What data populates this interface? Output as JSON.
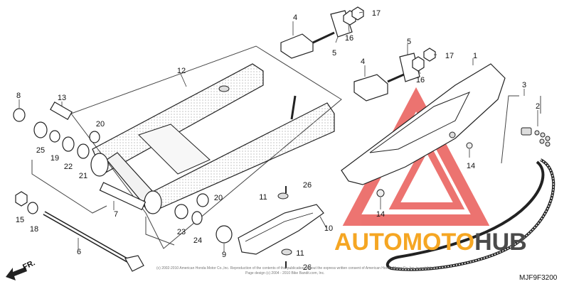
{
  "diagram": {
    "labels": [
      "1",
      "2",
      "3",
      "4",
      "4",
      "5",
      "5",
      "6",
      "7",
      "8",
      "9",
      "10",
      "11",
      "11",
      "12",
      "13",
      "14",
      "14",
      "15",
      "16",
      "16",
      "17",
      "17",
      "18",
      "19",
      "20",
      "20",
      "21",
      "22",
      "23",
      "24",
      "25",
      "26",
      "26"
    ],
    "code": "MJF9F3200",
    "front_marker": "FR.",
    "copyright": "(c) 2002-2010 American Honda Motor Co.,Inc. Reproduction of the contents of this publication without the express written consent of American Honda Motor Co.,Inc. is prohibited.",
    "copyright_line2": "Page design (c) 2004 - 2010 Bike Bandit.com, Inc."
  },
  "watermark": {
    "text_part1": "AUTOMOTO",
    "text_part2": "HUB",
    "color_part1": "#f5a623",
    "color_part2": "#4a4a4a",
    "logo_color": "#e53935"
  }
}
